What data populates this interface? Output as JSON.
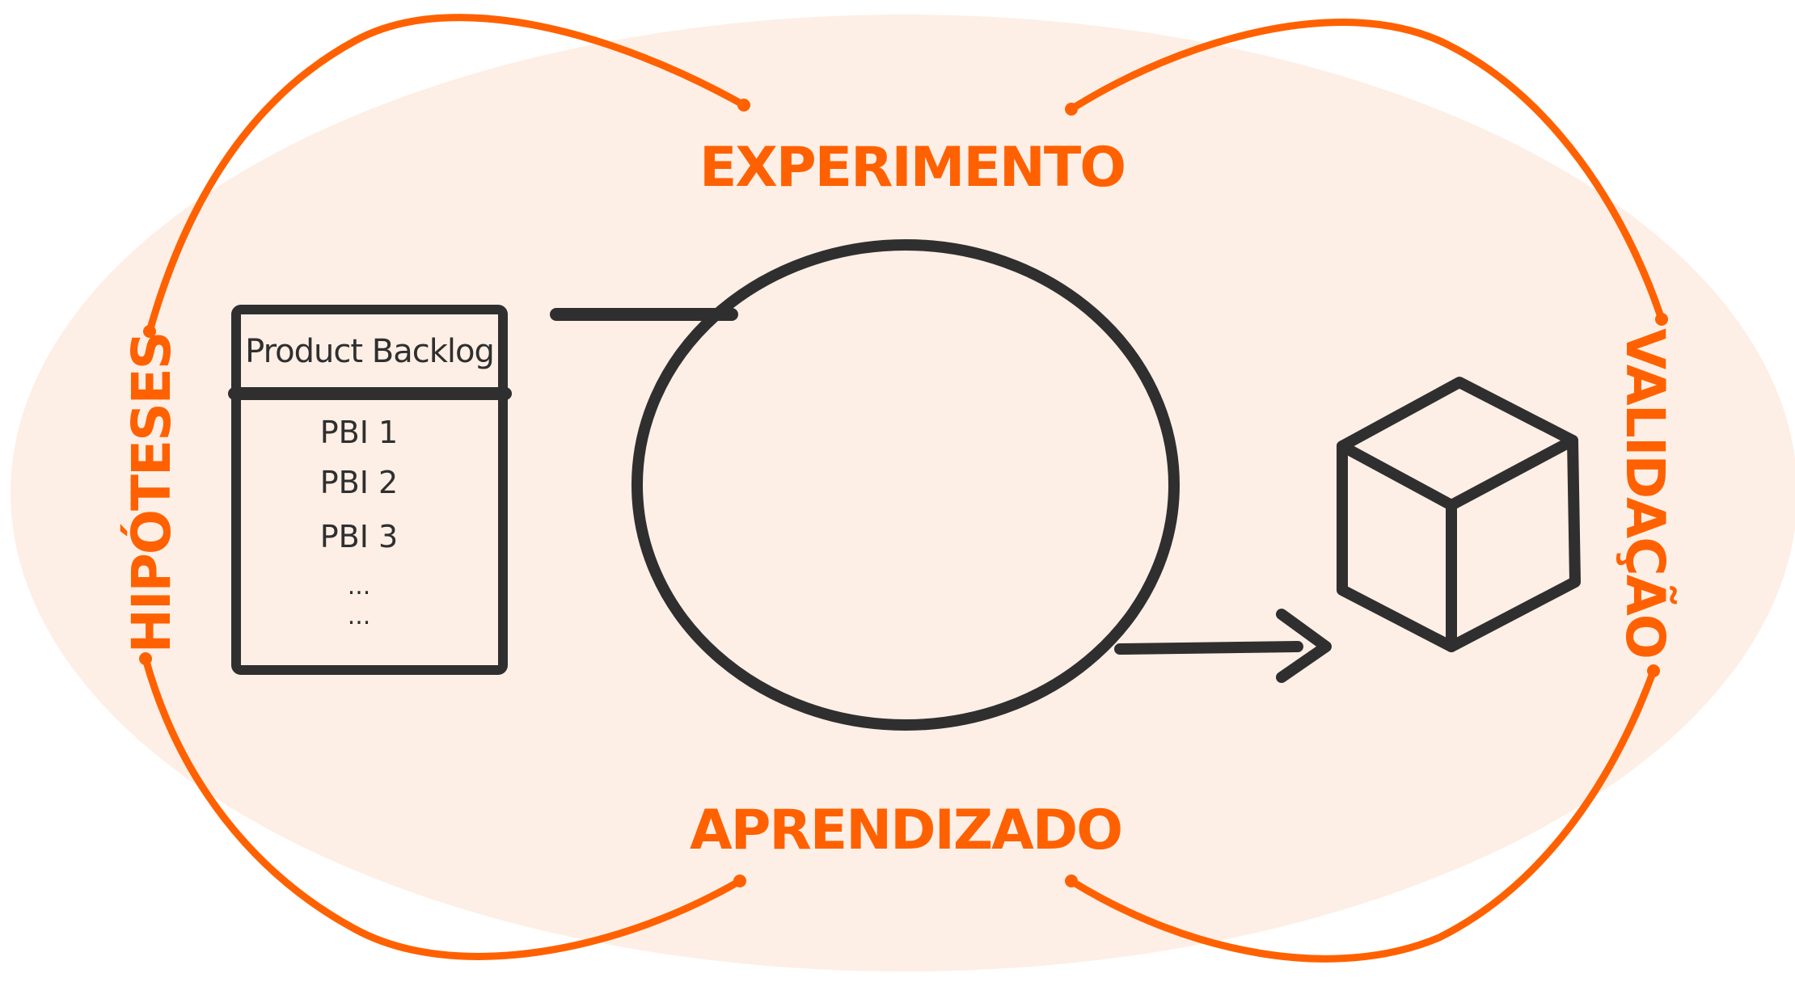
{
  "labels": {
    "experimento": "EXPERIMENTO",
    "aprendizado": "APRENDIZADO",
    "hipoteses": "HIPÓTESES",
    "validacao": "VALIDAÇÃO"
  },
  "backlog": {
    "title": "Product Backlog",
    "items": [
      "PBI 1",
      "PBI 2",
      "PBI 3"
    ],
    "ellipsis": [
      "...",
      "..."
    ]
  },
  "colors": {
    "accent": "#ff6100",
    "background_blob": "#fdefe6",
    "ink": "#2f2f2f"
  },
  "icons": {
    "cycle": "cycle-circle-icon",
    "arrow": "arrow-right-icon",
    "product": "cube-icon"
  }
}
